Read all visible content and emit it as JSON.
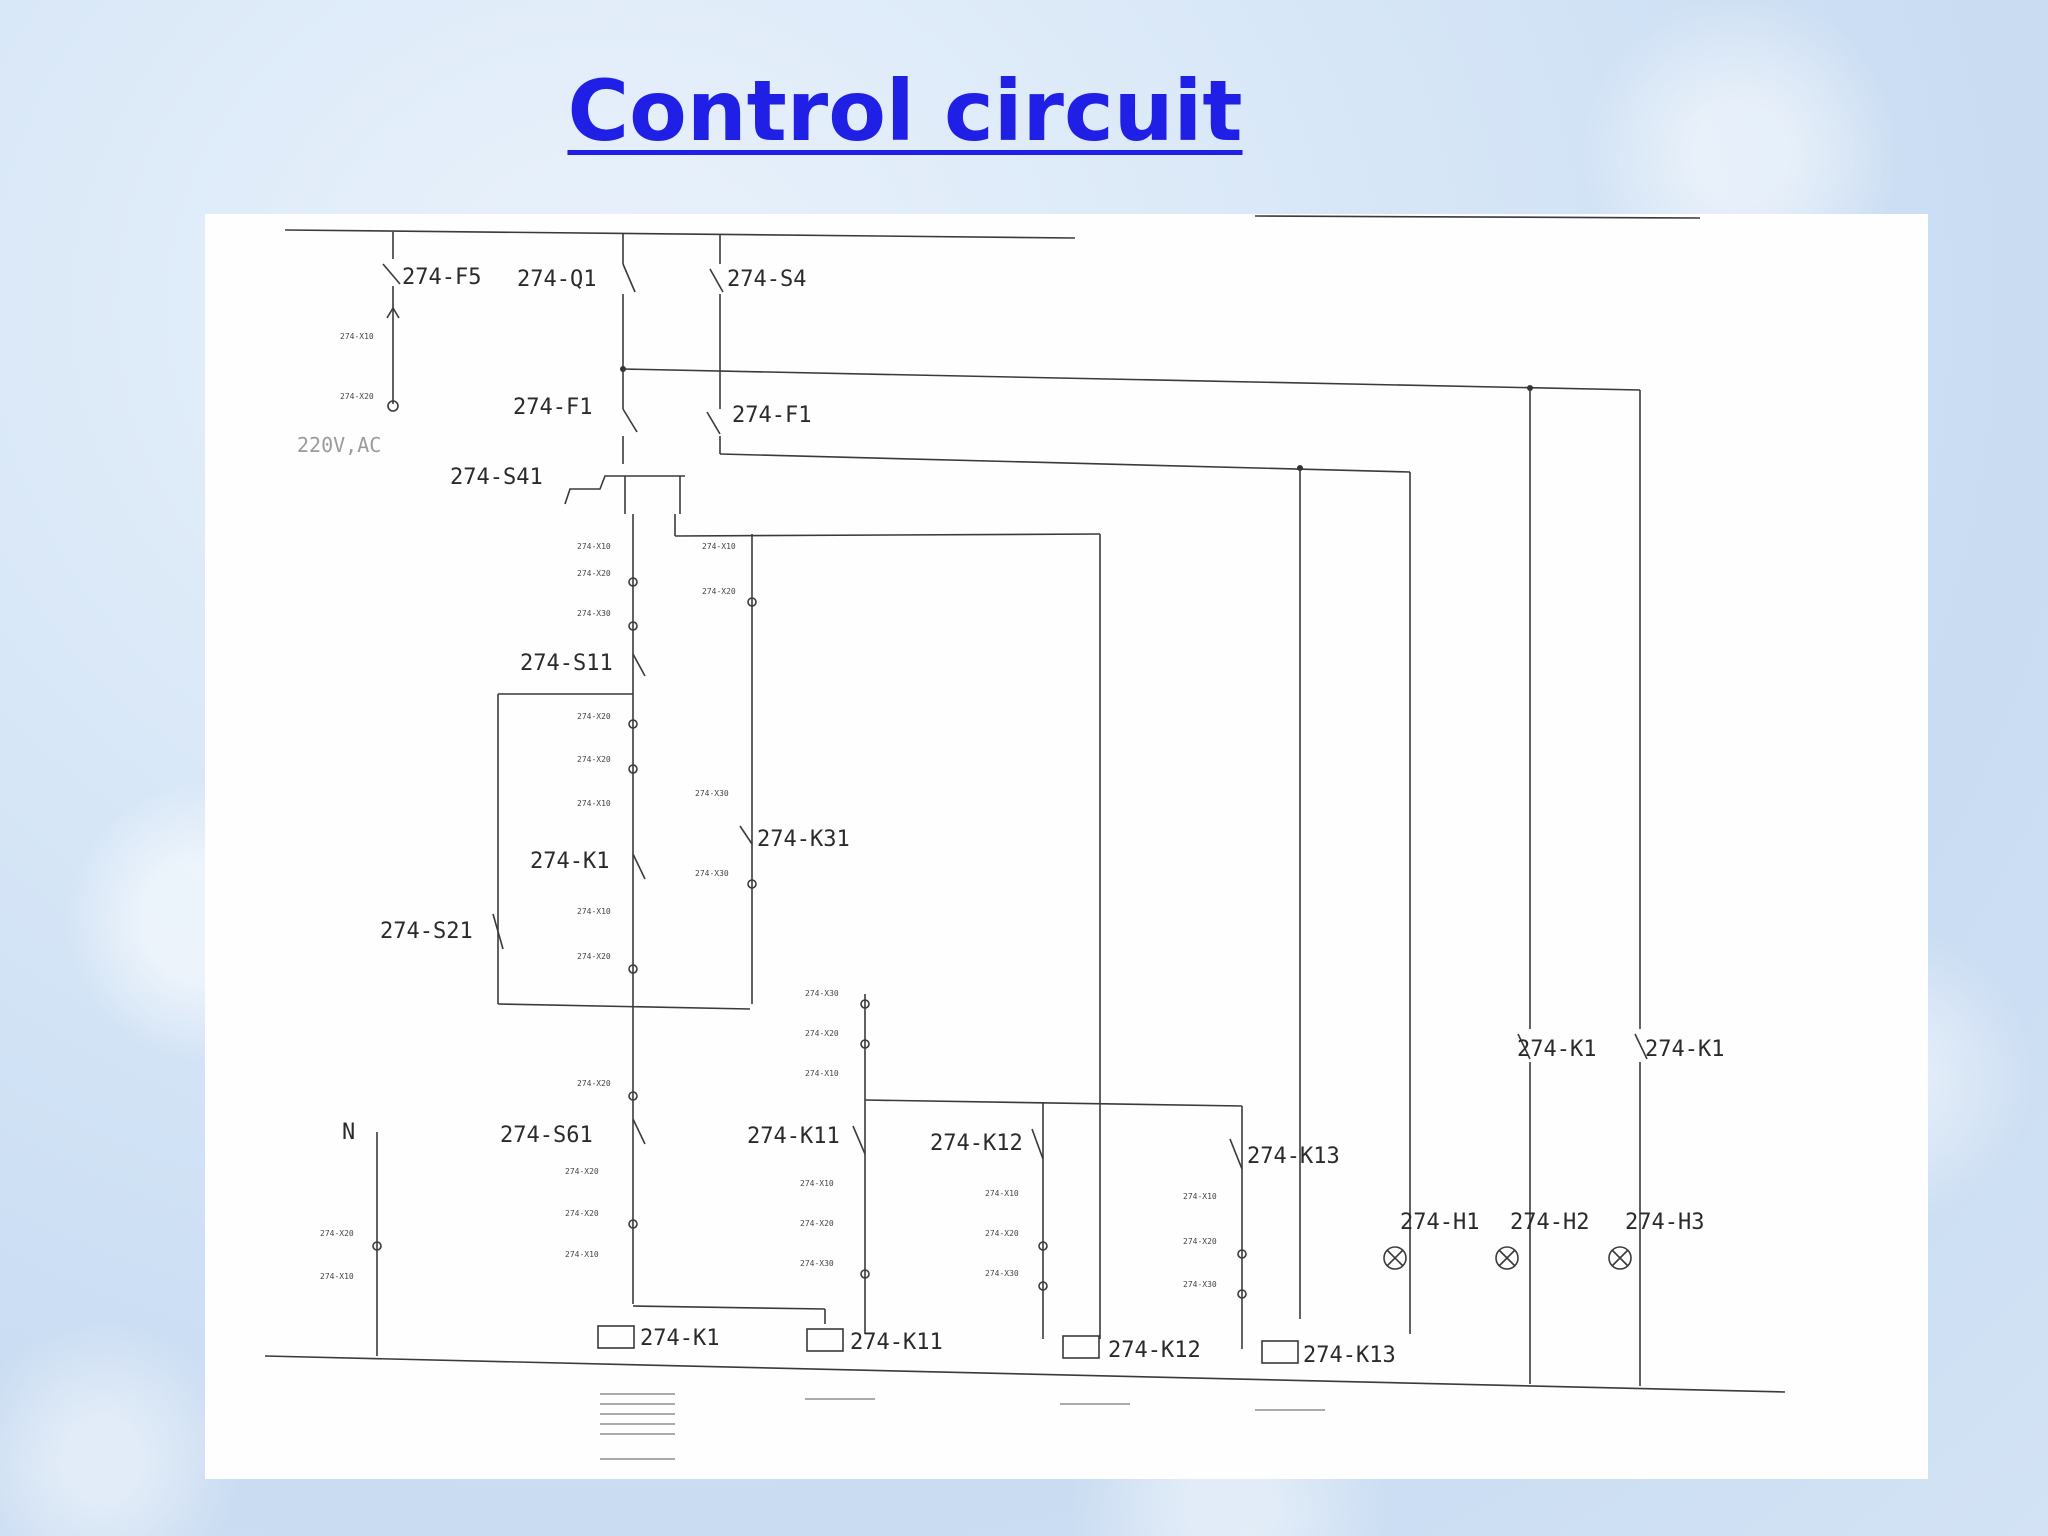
{
  "title": "Control circuit",
  "supply": "220V,AC",
  "neutral": "N",
  "components": {
    "f5": "274-F5",
    "q1": "274-Q1",
    "s4": "274-S4",
    "f1a": "274-F1",
    "f1b": "274-F1",
    "s41": "274-S41",
    "s11": "274-S11",
    "k1c": "274-K1",
    "s21": "274-S21",
    "k31": "274-K31",
    "s61": "274-S61",
    "k11c": "274-K11",
    "k12c": "274-K12",
    "k13c": "274-K13",
    "k1n1": "274-K1",
    "k1n2": "274-K1",
    "h1": "274-H1",
    "h2": "274-H2",
    "h3": "274-H3",
    "coil_k1": "274-K1",
    "coil_k11": "274-K11",
    "coil_k12": "274-K12",
    "coil_k13": "274-K13"
  }
}
